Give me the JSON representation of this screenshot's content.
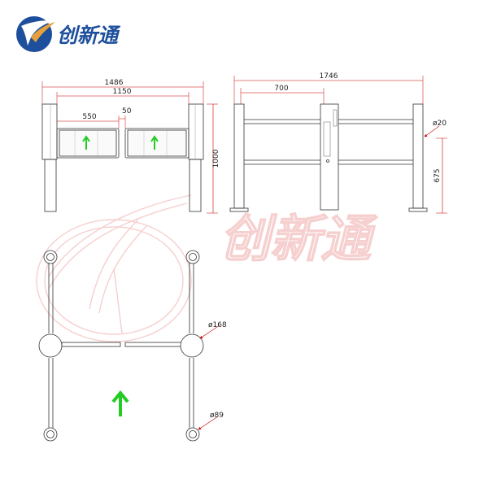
{
  "brand": {
    "name": "创新通",
    "watermark_text": "创新通",
    "colors": {
      "primary": "#1d4f9c",
      "accent": "#e8a13a",
      "watermark": "#f0a8a8"
    }
  },
  "front_view": {
    "dim_overall_width": "1486",
    "dim_inner_width": "1150",
    "dim_gate_width": "550",
    "dim_gap": "50",
    "dim_height": "1000"
  },
  "side_view": {
    "dim_overall_length": "1746",
    "dim_first_section": "700",
    "dim_post_diameter": "ø20",
    "dim_rail_height": "675"
  },
  "top_view": {
    "dim_large_post": "ø168",
    "dim_small_post": "ø89"
  },
  "colors": {
    "arrow": "#22cc22",
    "line": "#333333",
    "gray": "#888888"
  }
}
